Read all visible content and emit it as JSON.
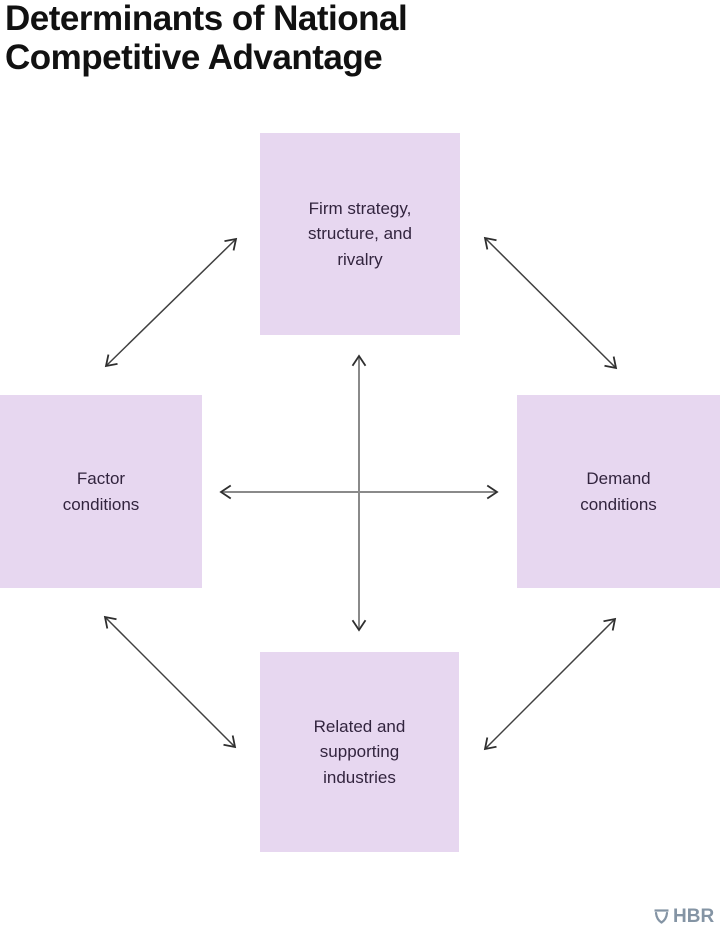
{
  "title": "Determinants of National Competitive Advantage",
  "diagram": {
    "type": "diamond-model",
    "nodes": {
      "top": {
        "label": "Firm strategy, structure, and rivalry"
      },
      "left": {
        "label": "Factor conditions"
      },
      "right": {
        "label": "Demand conditions"
      },
      "bottom": {
        "label": "Related and supporting industries"
      }
    },
    "connections": [
      {
        "from": "left",
        "to": "top",
        "bidirectional": true
      },
      {
        "from": "top",
        "to": "right",
        "bidirectional": true
      },
      {
        "from": "left",
        "to": "bottom",
        "bidirectional": true
      },
      {
        "from": "bottom",
        "to": "right",
        "bidirectional": true
      },
      {
        "from": "top",
        "to": "bottom",
        "bidirectional": true
      },
      {
        "from": "left",
        "to": "right",
        "bidirectional": true
      }
    ],
    "colors": {
      "node_fill": "#e7d7f0",
      "node_text": "#32243e",
      "diagonal_arrow": "#404040",
      "straight_arrow": "#8a8a8a",
      "title_text": "#111111"
    }
  },
  "footer": {
    "logo_text": "HBR",
    "logo_color": "#8494a4"
  }
}
